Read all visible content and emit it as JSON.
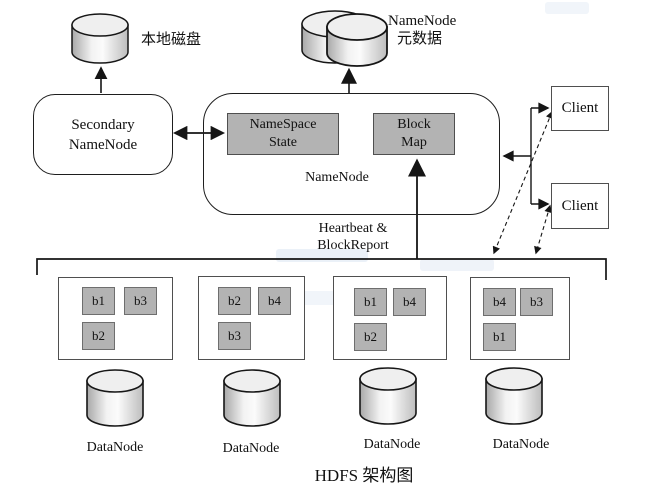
{
  "title": "HDFS 架构图",
  "local_disk_label": "本地磁盘",
  "metadata_label": {
    "line1": "NameNode",
    "line2": "元数据"
  },
  "secondary_namenode": {
    "line1": "Secondary",
    "line2": "NameNode"
  },
  "namenode": {
    "namespace_state": {
      "line1": "NameSpace",
      "line2": "State"
    },
    "block_map": {
      "line1": "Block",
      "line2": "Map"
    },
    "label": "NameNode"
  },
  "clients": [
    {
      "label": "Client"
    },
    {
      "label": "Client"
    }
  ],
  "heartbeat": {
    "line1": "Heartbeat &",
    "line2": "BlockReport"
  },
  "datanodes": [
    {
      "label": "DataNode",
      "blocks": [
        "b1",
        "b3",
        "b2"
      ]
    },
    {
      "label": "DataNode",
      "blocks": [
        "b2",
        "b4",
        "b3"
      ]
    },
    {
      "label": "DataNode",
      "blocks": [
        "b1",
        "b4",
        "b2"
      ]
    },
    {
      "label": "DataNode",
      "blocks": [
        "b4",
        "b3",
        "b1"
      ]
    }
  ],
  "colors": {
    "box_gray": "#b3b3b3",
    "border_dark": "#1e1e1e",
    "border_mid": "#4f4f4f",
    "border_blk": "#6e6e6e",
    "line": "#151515"
  }
}
